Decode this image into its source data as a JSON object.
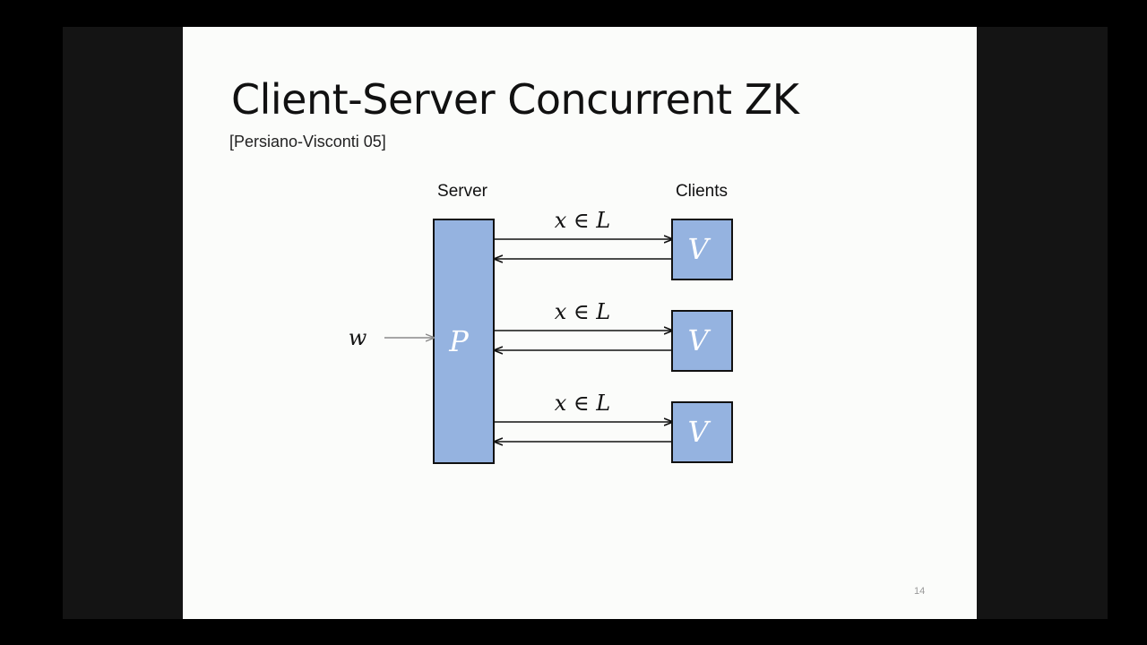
{
  "slide": {
    "title": "Client-Server Concurrent ZK",
    "citation": "[Persiano-Visconti 05]",
    "page_number": "14"
  },
  "diagram": {
    "server_label": "Server",
    "clients_label": "Clients",
    "prover_symbol": "P",
    "witness_symbol": "w",
    "channels": [
      {
        "statement": "x ∈ L",
        "verifier_symbol": "V"
      },
      {
        "statement": "x ∈ L",
        "verifier_symbol": "V"
      },
      {
        "statement": "x ∈ L",
        "verifier_symbol": "V"
      }
    ]
  },
  "colors": {
    "box_fill": "#95b3e0",
    "box_stroke": "#111111",
    "witness_arrow": "#8a8a8a"
  }
}
